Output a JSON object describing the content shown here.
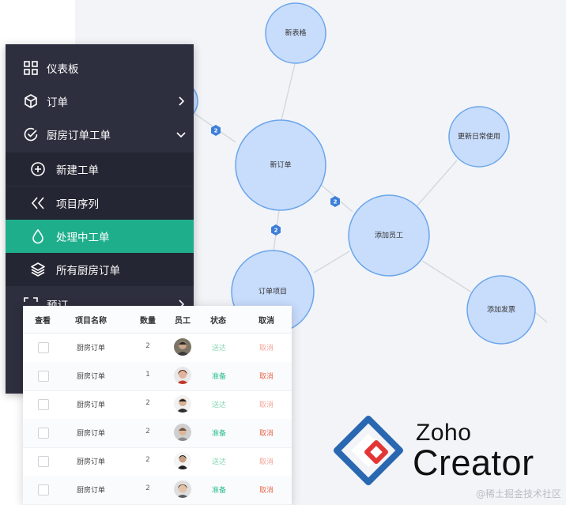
{
  "graph": {
    "nodes": [
      {
        "id": "new-table",
        "label": "新表格"
      },
      {
        "id": "new-order",
        "label": "新订单"
      },
      {
        "id": "update-daily",
        "label": "更新日常使用"
      },
      {
        "id": "add-employee",
        "label": "添加员工"
      },
      {
        "id": "order-item",
        "label": "订单项目"
      },
      {
        "id": "add-invoice",
        "label": "添加发票"
      }
    ],
    "badges": [
      "2",
      "2",
      "2"
    ],
    "colors": {
      "node_fill": "#c8dcfb",
      "node_stroke": "#6aa6ea",
      "badge": "#3d7fd8",
      "edge": "#d3d8df"
    }
  },
  "sidebar": {
    "items": [
      {
        "label": "仪表板",
        "icon": "grid-icon"
      },
      {
        "label": "订单",
        "icon": "box-icon",
        "chevron": "chevron-right-icon"
      },
      {
        "label": "厨房订单工单",
        "icon": "check-circle-icon",
        "chevron": "chevron-down-icon"
      },
      {
        "label": "新建工单",
        "icon": "plus-circle-icon"
      },
      {
        "label": "项目序列",
        "icon": "double-chevron-left-icon"
      },
      {
        "label": "处理中工单",
        "icon": "droplet-icon"
      },
      {
        "label": "所有厨房订单",
        "icon": "layers-icon"
      },
      {
        "label": "预订",
        "icon": "frame-icon"
      }
    ],
    "colors": {
      "bg": "#2e2f3e",
      "sub_bg": "#252633",
      "active": "#1fae8c"
    }
  },
  "table": {
    "headers": [
      "查看",
      "项目名称",
      "数量",
      "员工",
      "状态",
      "取消"
    ],
    "rows": [
      {
        "name": "厨房订单",
        "qty": "2",
        "status": "送达",
        "cancel": "取消"
      },
      {
        "name": "厨房订单",
        "qty": "1",
        "status": "准备",
        "cancel": "取消"
      },
      {
        "name": "厨房订单",
        "qty": "2",
        "status": "送达",
        "cancel": "取消"
      },
      {
        "name": "厨房订单",
        "qty": "2",
        "status": "准备",
        "cancel": "取消"
      },
      {
        "name": "厨房订单",
        "qty": "2",
        "status": "送达",
        "cancel": "取消"
      },
      {
        "name": "厨房订单",
        "qty": "2",
        "status": "准备",
        "cancel": "取消"
      }
    ],
    "colors": {
      "status_delivered": "#8ad8b8",
      "status_preparing": "#2cbf8c",
      "cancel_faded": "#f2a79a",
      "cancel": "#ea6a4f"
    }
  },
  "logo": {
    "line1": "Zoho",
    "line2": "Creator",
    "colors": {
      "blue": "#2a67b1",
      "red": "#e43535"
    }
  },
  "watermark": "@稀土掘金技术社区"
}
